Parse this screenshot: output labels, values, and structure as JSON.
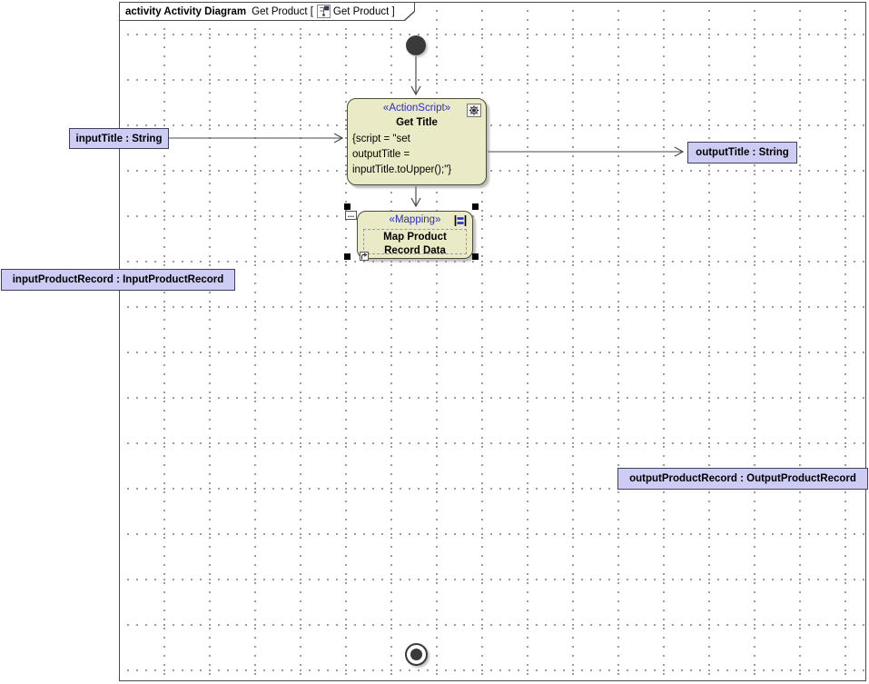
{
  "header": {
    "keyword_and_type": "activity Activity Diagram",
    "diagram_name_open": "Get Product [",
    "diagram_name_close": "Get Product ]",
    "icon": "activity-diagram-icon"
  },
  "nodes": {
    "initial": {
      "kind": "initial-node"
    },
    "action_get_title": {
      "stereotype": "«ActionScript»",
      "name": "Get Title",
      "body": [
        "{script = \"set",
        "outputTitle =",
        "inputTitle.toUpper();\"}"
      ],
      "icon": "gear-icon"
    },
    "mapping_map_product": {
      "stereotype": "«Mapping»",
      "name_line1": "Map Product",
      "name_line2": "Record Data",
      "icon": "mapping-icon",
      "selected": true
    },
    "final": {
      "kind": "activity-final-node"
    }
  },
  "parameter_labels": {
    "input_title": "inputTitle : String",
    "output_title": "outputTitle : String",
    "input_product_record": "inputProductRecord : InputProductRecord",
    "output_product_record": "outputProductRecord : OutputProductRecord"
  },
  "icons": {
    "dots_glyph": "..."
  },
  "colors": {
    "node_fill": "#ebeac6",
    "node_border": "#4d4d38",
    "label_fill": "#ccccf4",
    "label_border": "#40405c",
    "stereotype_text": "#2b2bcc",
    "edge": "#4a4a4a",
    "grid_dot": "#8c8c8c",
    "selection_handle": "#000000"
  }
}
